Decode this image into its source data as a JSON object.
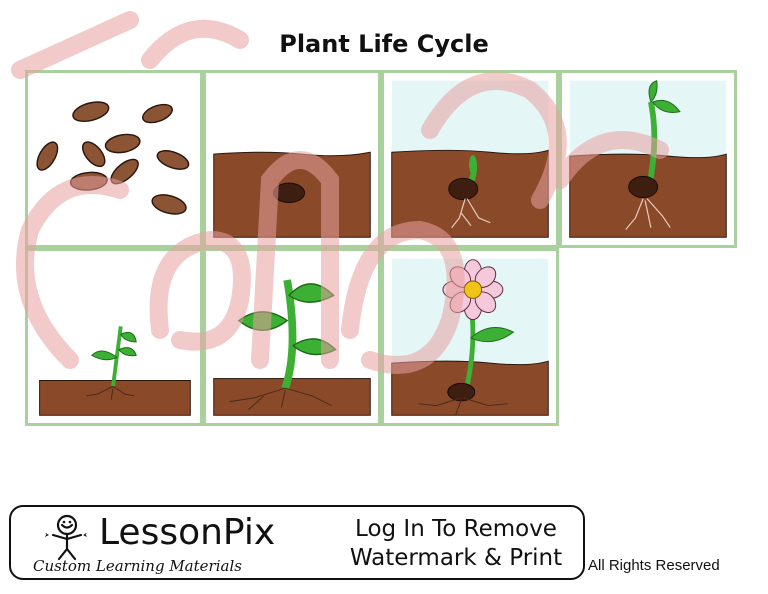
{
  "worksheet": {
    "title": "Plant Life Cycle",
    "stages": [
      {
        "name": "stage-seeds"
      },
      {
        "name": "stage-seed-in-soil"
      },
      {
        "name": "stage-germination"
      },
      {
        "name": "stage-sprout"
      },
      {
        "name": "stage-seedling"
      },
      {
        "name": "stage-young-plant"
      },
      {
        "name": "stage-flowering-plant"
      }
    ]
  },
  "watermark": {
    "text": "Sample",
    "color": "#e8a0a0"
  },
  "footer": {
    "logo_name": "LessonPix",
    "logo_tagline": "Custom Learning Materials",
    "login_message_line1": "Log In To Remove",
    "login_message_line2": "Watermark & Print",
    "rights": "All Rights Reserved"
  },
  "colors": {
    "border": "#a9d19e",
    "soil": "#8a4a2a",
    "sky": "#e4f6f6",
    "leaf": "#3cb034",
    "seed": "#8b5535"
  }
}
